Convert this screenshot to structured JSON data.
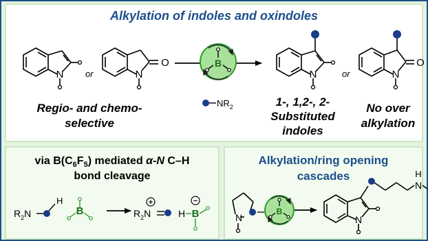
{
  "header": {
    "title": "Alkylation of indoles and oxindoles"
  },
  "top": {
    "or_1": "or",
    "or_2": "or",
    "reagent": {
      "B": "B",
      "NR": "NR",
      "sub": "2"
    },
    "left_caption": [
      "Regio- and chemo-",
      "selective"
    ],
    "mid_caption": [
      "1-, 1,2-, 2-",
      "Substituted",
      "indoles"
    ],
    "right_caption": [
      "No over",
      "alkylation"
    ],
    "atoms": {
      "N": "N",
      "O": "O"
    }
  },
  "bottom_left": {
    "title_line1": {
      "pre": "via B(C",
      "s1": "6",
      "mid": "F",
      "s2": "5",
      "post": ")",
      "mediated": " mediated ",
      "alpha": "α-",
      "N": "N",
      "rest": " C–H"
    },
    "title_line2": "bond cleavage",
    "scheme": {
      "R2N": "R",
      "sub2": "2",
      "N": "N",
      "H": "H",
      "B": "B",
      "plus": "+",
      "minus": "−"
    }
  },
  "bottom_right": {
    "title_line1": "Alkylation/ring opening",
    "title_line2": "cascades",
    "atoms": {
      "N": "N",
      "H": "H",
      "B": "B"
    }
  },
  "colors": {
    "panel_bg": "#e4f4e0",
    "border": "#1d4f8c",
    "title_blue": "#1d4f8c",
    "catalyst_green": "#2e9a2e",
    "catalyst_fill": "#a8e29a",
    "dot_blue": "#1b3c8a"
  }
}
